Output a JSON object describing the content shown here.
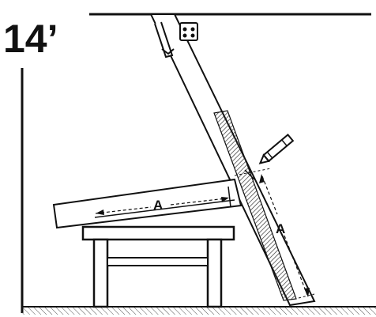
{
  "heading": "14’",
  "labels": {
    "horizontal_dimension": "A",
    "vertical_dimension": "A"
  },
  "colors": {
    "ink": "#111111",
    "background": "#ffffff",
    "hatch": "#333333"
  },
  "icons": {
    "marker": "pencil-icon",
    "hardware": "ladder-bracket-icon"
  }
}
